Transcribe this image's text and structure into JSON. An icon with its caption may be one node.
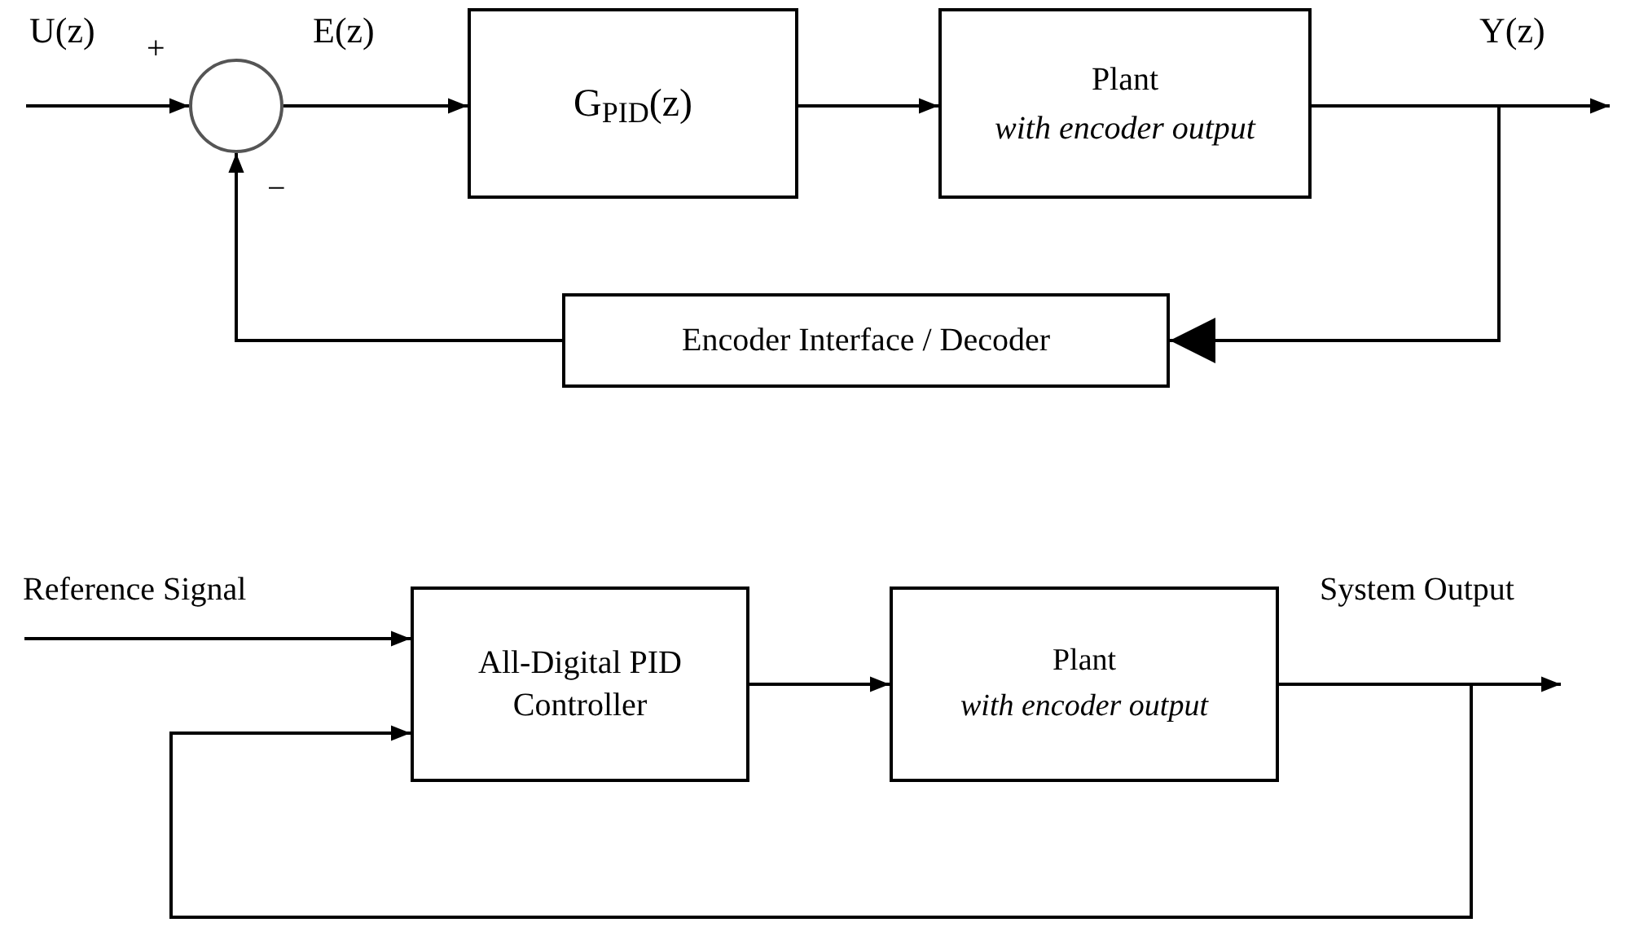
{
  "diagram": {
    "nodes": [
      {
        "text": [],
        "shape": "circle"
      },
      {
        "text": [
          "G$_{PID}$(z)"
        ]
      },
      {
        "text": [
          "Plant",
          "with encoder output"
        ]
      },
      {
        "text": [
          "Encoder Interface / Decoder"
        ]
      },
      {
        "text": [
          "All-Digital PID Controller"
        ]
      },
      {
        "text": [
          "Plant",
          "with encoder output"
        ]
      }
    ],
    "edges": [
      {
        "from": null,
        "to": 0,
        "arrow": "to"
      },
      {
        "from": 0,
        "to": 1,
        "arrow": "to"
      },
      {
        "from": 1,
        "to": 2,
        "arrow": "to"
      },
      {
        "from": 2,
        "to": null,
        "arrow": "to"
      },
      {
        "from": 2,
        "to": 3,
        "arrow": "to"
      },
      {
        "from": 3,
        "to": 0,
        "arrow": "to"
      },
      {
        "from": null,
        "to": 4,
        "arrow": "to"
      },
      {
        "from": 4,
        "to": 5,
        "arrow": "to"
      },
      {
        "from": 5,
        "to": null,
        "arrow": "to"
      },
      {
        "from": 5,
        "to": 4,
        "arrow": "to"
      }
    ],
    "labels": [
      "U(z)",
      "+",
      "E(z)",
      "Y(z)",
      "−",
      "Reference Signal",
      "System Output"
    ]
  }
}
